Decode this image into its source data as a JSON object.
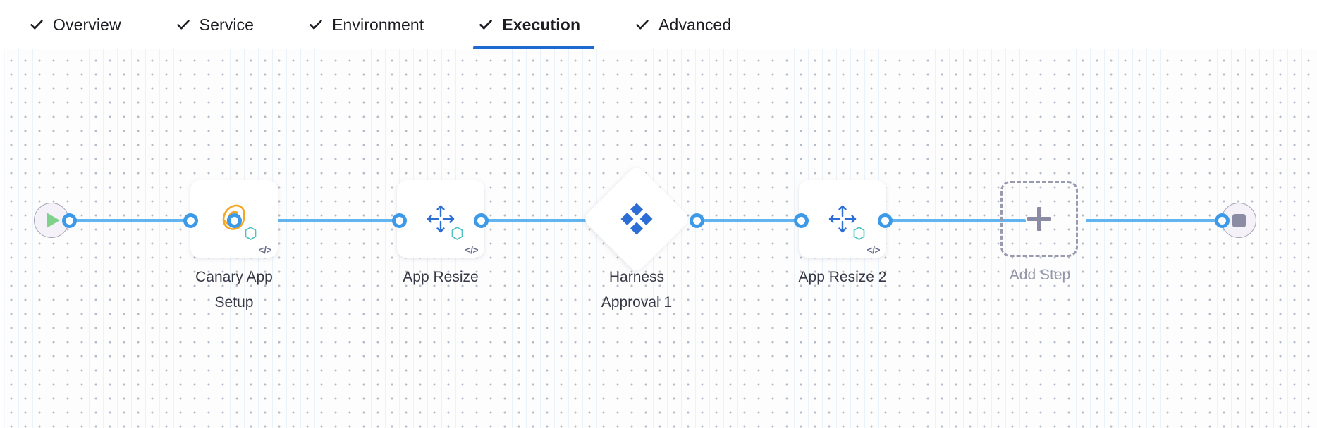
{
  "tabs": [
    {
      "label": "Overview",
      "icon": "check-icon",
      "active": false
    },
    {
      "label": "Service",
      "icon": "check-icon",
      "active": false
    },
    {
      "label": "Environment",
      "icon": "check-icon",
      "active": false
    },
    {
      "label": "Execution",
      "icon": "check-icon",
      "active": true
    },
    {
      "label": "Advanced",
      "icon": "check-icon",
      "active": false
    }
  ],
  "canvas": {
    "start_node": {
      "name": "start-node",
      "icon": "play-icon"
    },
    "end_node": {
      "name": "end-node",
      "icon": "stop-icon"
    },
    "nodes": [
      {
        "label": "Canary App\nSetup",
        "icon": "canary-bird-icon",
        "type": "step",
        "badges": [
          "hexagon-badge",
          "code-badge"
        ],
        "code_badge": "</>"
      },
      {
        "label": "App Resize",
        "icon": "resize-arrows-icon",
        "type": "step",
        "badges": [
          "hexagon-badge",
          "code-badge"
        ],
        "code_badge": "</>"
      },
      {
        "label": "Harness\nApproval 1",
        "icon": "harness-logo-icon",
        "type": "approval-diamond",
        "badges": [],
        "code_badge": ""
      },
      {
        "label": "App Resize 2",
        "icon": "resize-arrows-icon",
        "type": "step",
        "badges": [
          "hexagon-badge",
          "code-badge"
        ],
        "code_badge": "</>"
      },
      {
        "label": "Add Step",
        "icon": "plus-icon",
        "type": "add-step",
        "badges": [],
        "code_badge": ""
      }
    ]
  },
  "colors": {
    "accent_blue": "#1f6ad1",
    "link_blue": "#62b5f0",
    "port_blue": "#3c9ae8",
    "harness_blue": "#2c6ed5",
    "canary_orange": "#f5a623",
    "start_green": "#7fd18c",
    "terminal_fill": "#f4f2f8",
    "terminal_border": "#a6a2b5",
    "stop_gray": "#8b8ba3",
    "dashed_gray": "#9a9aae",
    "label_text": "#383946",
    "add_label_text": "#9496a8",
    "tab_text": "#1c1c22"
  }
}
